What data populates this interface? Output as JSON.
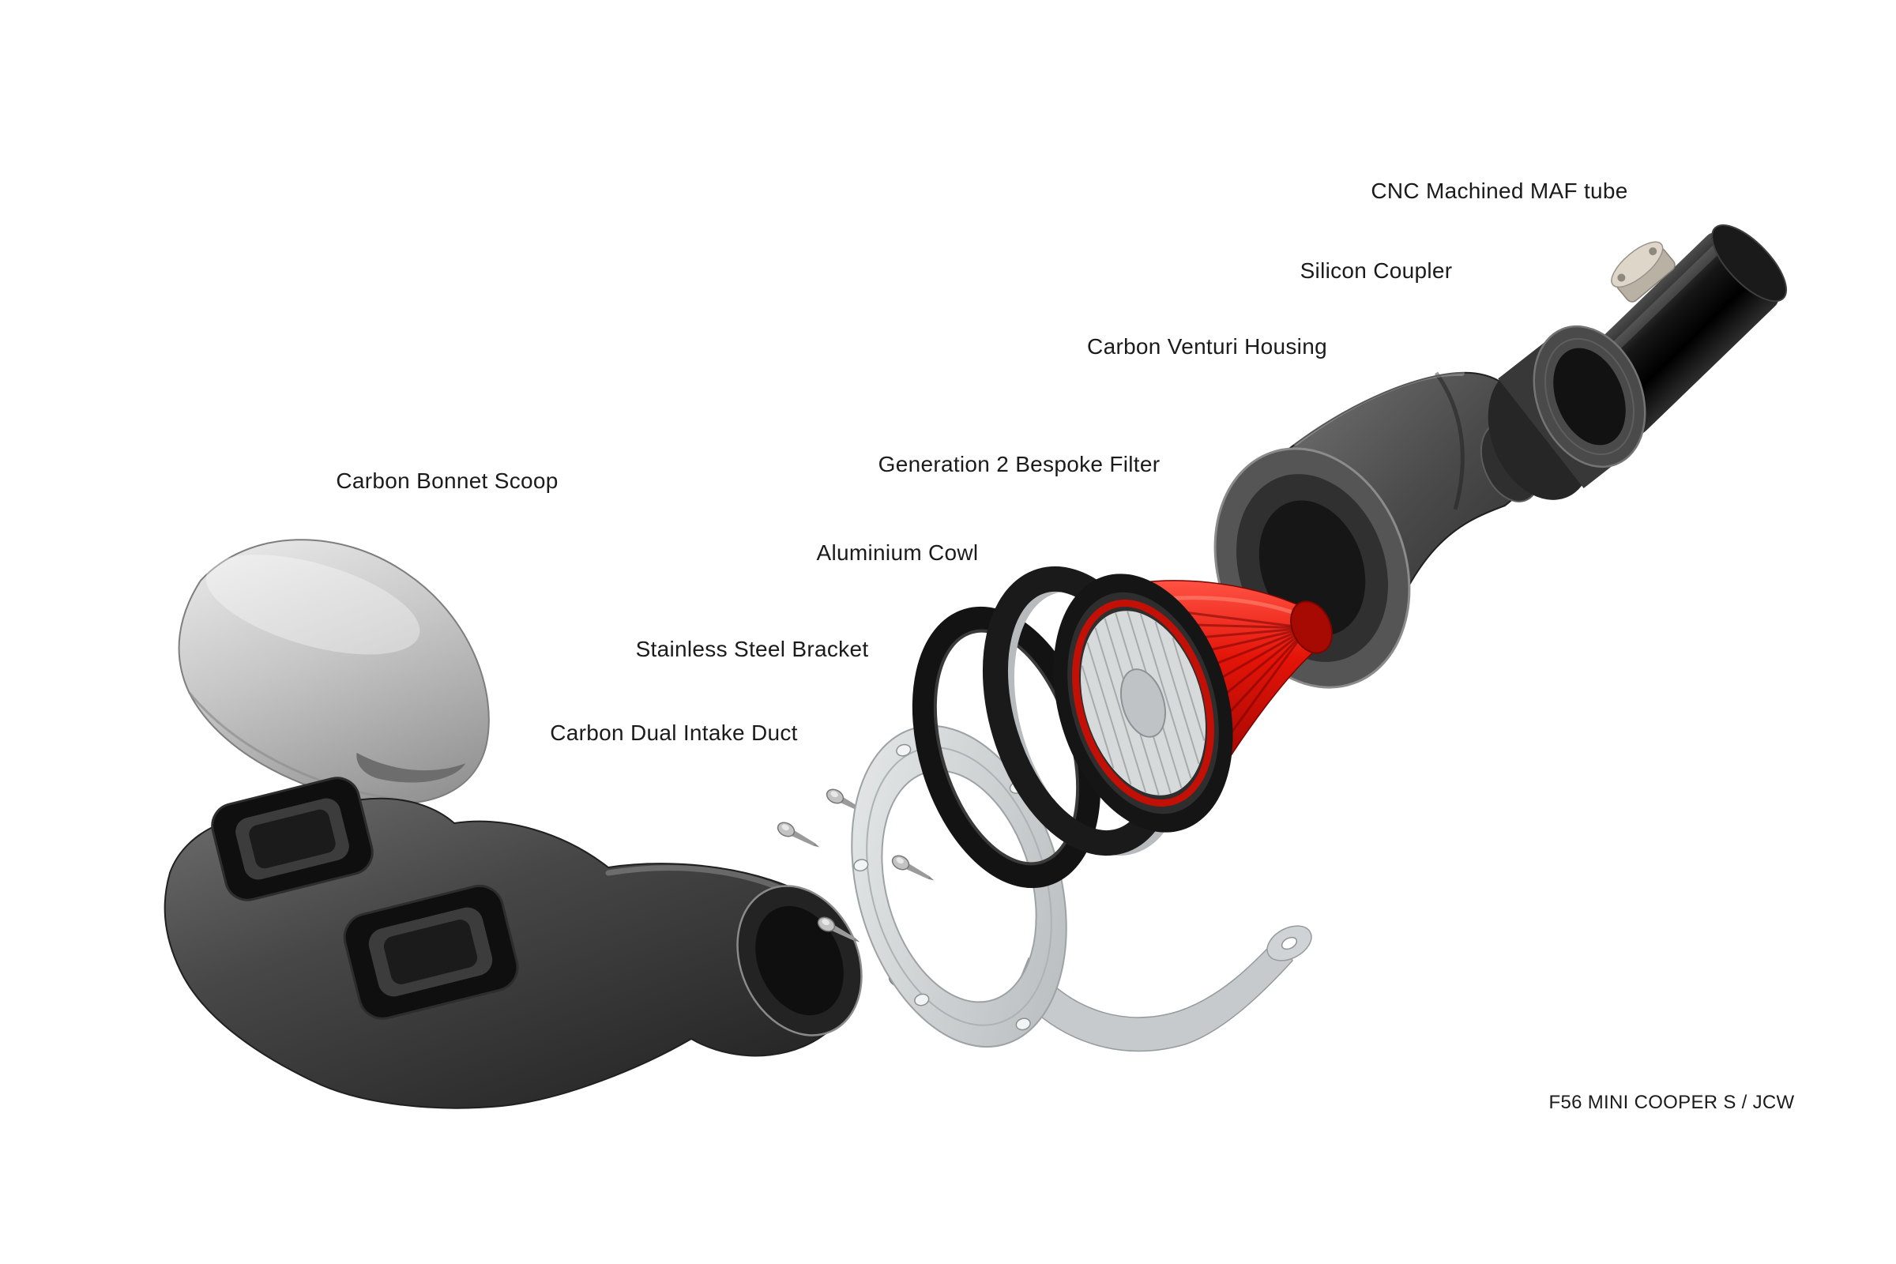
{
  "diagram": {
    "caption": "F56 MINI COOPER S / JCW",
    "labels": {
      "maf_tube": "CNC Machined MAF tube",
      "coupler": "Silicon Coupler",
      "venturi": "Carbon Venturi Housing",
      "filter": "Generation 2 Bespoke Filter",
      "cowl": "Aluminium Cowl",
      "bracket": "Stainless Steel Bracket",
      "intake_duct": "Carbon Dual Intake Duct",
      "bonnet_scoop": "Carbon Bonnet Scoop"
    },
    "colors": {
      "background": "#ffffff",
      "text": "#1b1b1b",
      "filter_red": "#d81105",
      "carbon_grey": "#454545",
      "steel_silver": "#ccd0d2",
      "scoop_silver": "#c8c8c8"
    }
  }
}
